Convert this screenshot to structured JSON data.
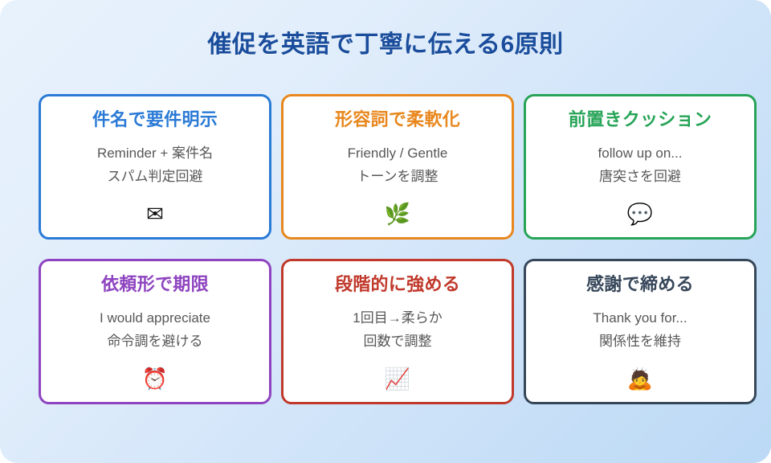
{
  "poster": {
    "title": "催促を英語で丁寧に伝える6原則",
    "background_start": "#e8f2fc",
    "background_end": "#bbd9f5",
    "title_color": "#1a4d9c"
  },
  "cards": [
    {
      "title": "件名で要件明示",
      "line1": "Reminder + 案件名",
      "line2": "スパム判定回避",
      "icon": "✉",
      "icon_name": "envelope-icon",
      "accent": "#2a7ad6",
      "accent_class": "accent-blue"
    },
    {
      "title": "形容詞で柔軟化",
      "line1": "Friendly / Gentle",
      "line2": "トーンを調整",
      "icon": "🌿",
      "icon_name": "herb-icon",
      "accent": "#e8871d",
      "accent_class": "accent-orange"
    },
    {
      "title": "前置きクッション",
      "line1": "follow up on...",
      "line2": "唐突さを回避",
      "icon": "💬",
      "icon_name": "speech-balloon-icon",
      "accent": "#27a457",
      "accent_class": "accent-green"
    },
    {
      "title": "依頼形で期限",
      "line1": "I would appreciate",
      "line2": "命令調を避ける",
      "icon": "⏰",
      "icon_name": "alarm-clock-icon",
      "accent": "#8e44c0",
      "accent_class": "accent-purple"
    },
    {
      "title": "段階的に強める",
      "line1": "1回目→柔らか",
      "line2": "回数で調整",
      "icon": "📈",
      "icon_name": "chart-increasing-icon",
      "accent": "#c0392b",
      "accent_class": "accent-red"
    },
    {
      "title": "感謝で締める",
      "line1": "Thank you for...",
      "line2": "関係性を維持",
      "icon": "🙇",
      "icon_name": "person-bowing-icon",
      "accent": "#37475a",
      "accent_class": "accent-slate"
    }
  ]
}
